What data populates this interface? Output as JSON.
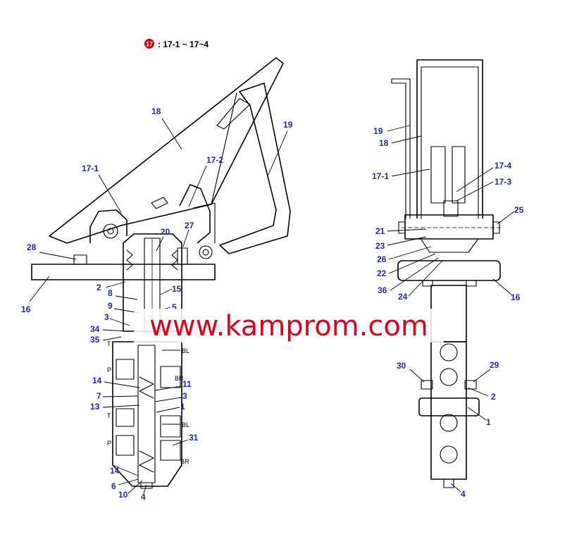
{
  "legend": {
    "badge": "17",
    "text": ": 17-1 ~ 17~4"
  },
  "watermark": "www.kamprom.com",
  "colors": {
    "label": "#1a2aa8",
    "watermark": "#e0001a",
    "badge": "#cc0000"
  },
  "left_view": {
    "labels": {
      "l18": "18",
      "l19": "19",
      "l17_1": "17-1",
      "l17_2": "17-2",
      "l20": "20",
      "l27": "27",
      "l28": "28",
      "l2": "2",
      "l8": "8",
      "l16": "16",
      "l9": "9",
      "l3a": "3",
      "l15": "15",
      "l5": "5",
      "l34": "34",
      "l35": "35",
      "l14a": "14",
      "l11": "11",
      "l7": "7",
      "l3b": "3",
      "l13": "13",
      "l1": "1",
      "l31": "31",
      "l14b": "14",
      "l6": "6",
      "l10": "10",
      "l4": "4"
    },
    "ports": {
      "t1": "T",
      "bl1": "BL",
      "p1": "P",
      "br1": "BR",
      "t2": "T",
      "bl2": "BL",
      "p2": "P",
      "br2": "BR"
    }
  },
  "right_view": {
    "labels": {
      "l19": "19",
      "l18": "18",
      "l17_1": "17-1",
      "l17_4": "17-4",
      "l17_3": "17-3",
      "l25": "25",
      "l21": "21",
      "l23": "23",
      "l26": "26",
      "l22": "22",
      "l36": "36",
      "l24": "24",
      "l16": "16",
      "l30": "30",
      "l29": "29",
      "l2": "2",
      "l1": "1",
      "l4": "4"
    }
  }
}
